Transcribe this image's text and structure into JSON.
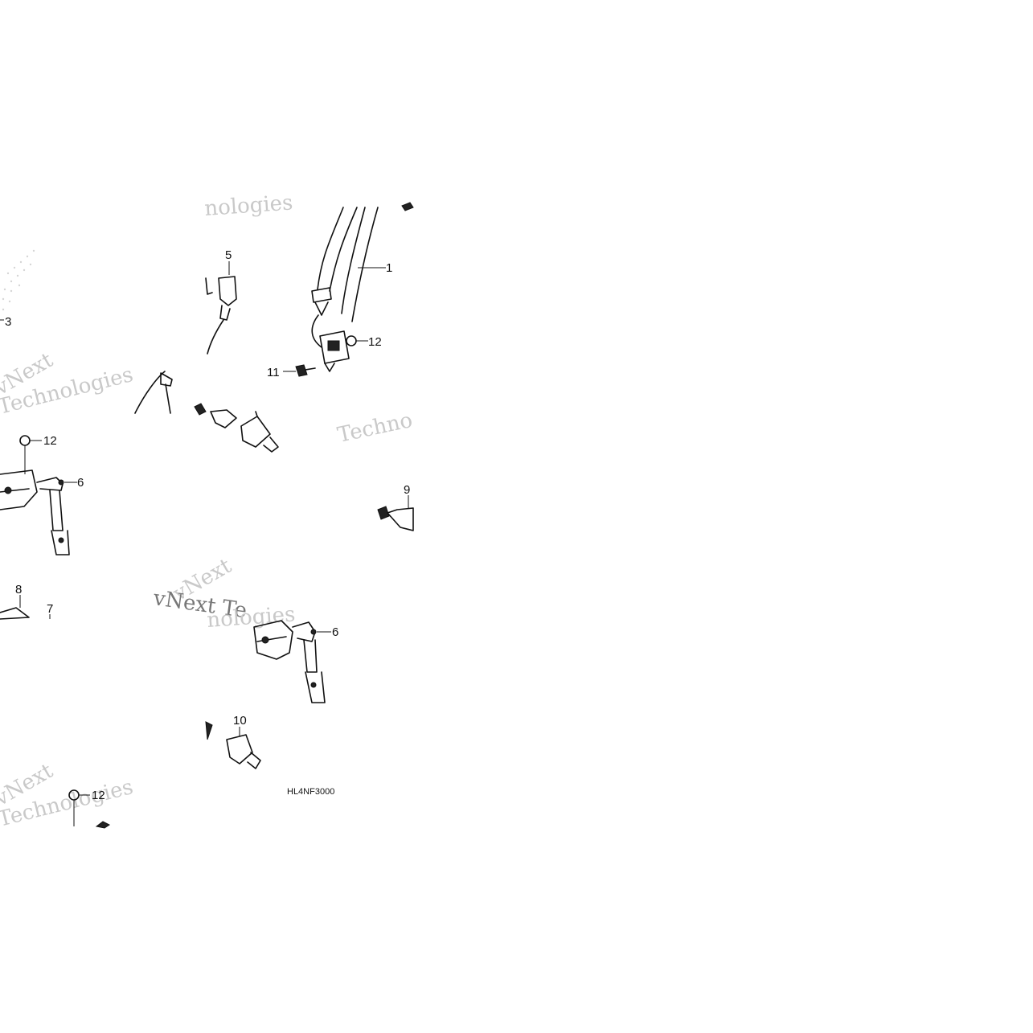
{
  "callouts": {
    "c1": "1",
    "c3": "3",
    "c5": "5",
    "c6a": "6",
    "c6b": "6",
    "c7": "7",
    "c8": "8",
    "c9": "9",
    "c10": "10",
    "c11": "11",
    "c12a": "12",
    "c12b": "12",
    "c12c": "12"
  },
  "diagram_code": "HL4NF3000",
  "watermarks": {
    "w1": "nologies",
    "w2": "vNext",
    "w3": "Technologies",
    "w4": "Techno",
    "w5": "vNext",
    "w6": "vNext Te",
    "w7": "nologies",
    "w8": "vNext",
    "w9": "Technologies"
  }
}
